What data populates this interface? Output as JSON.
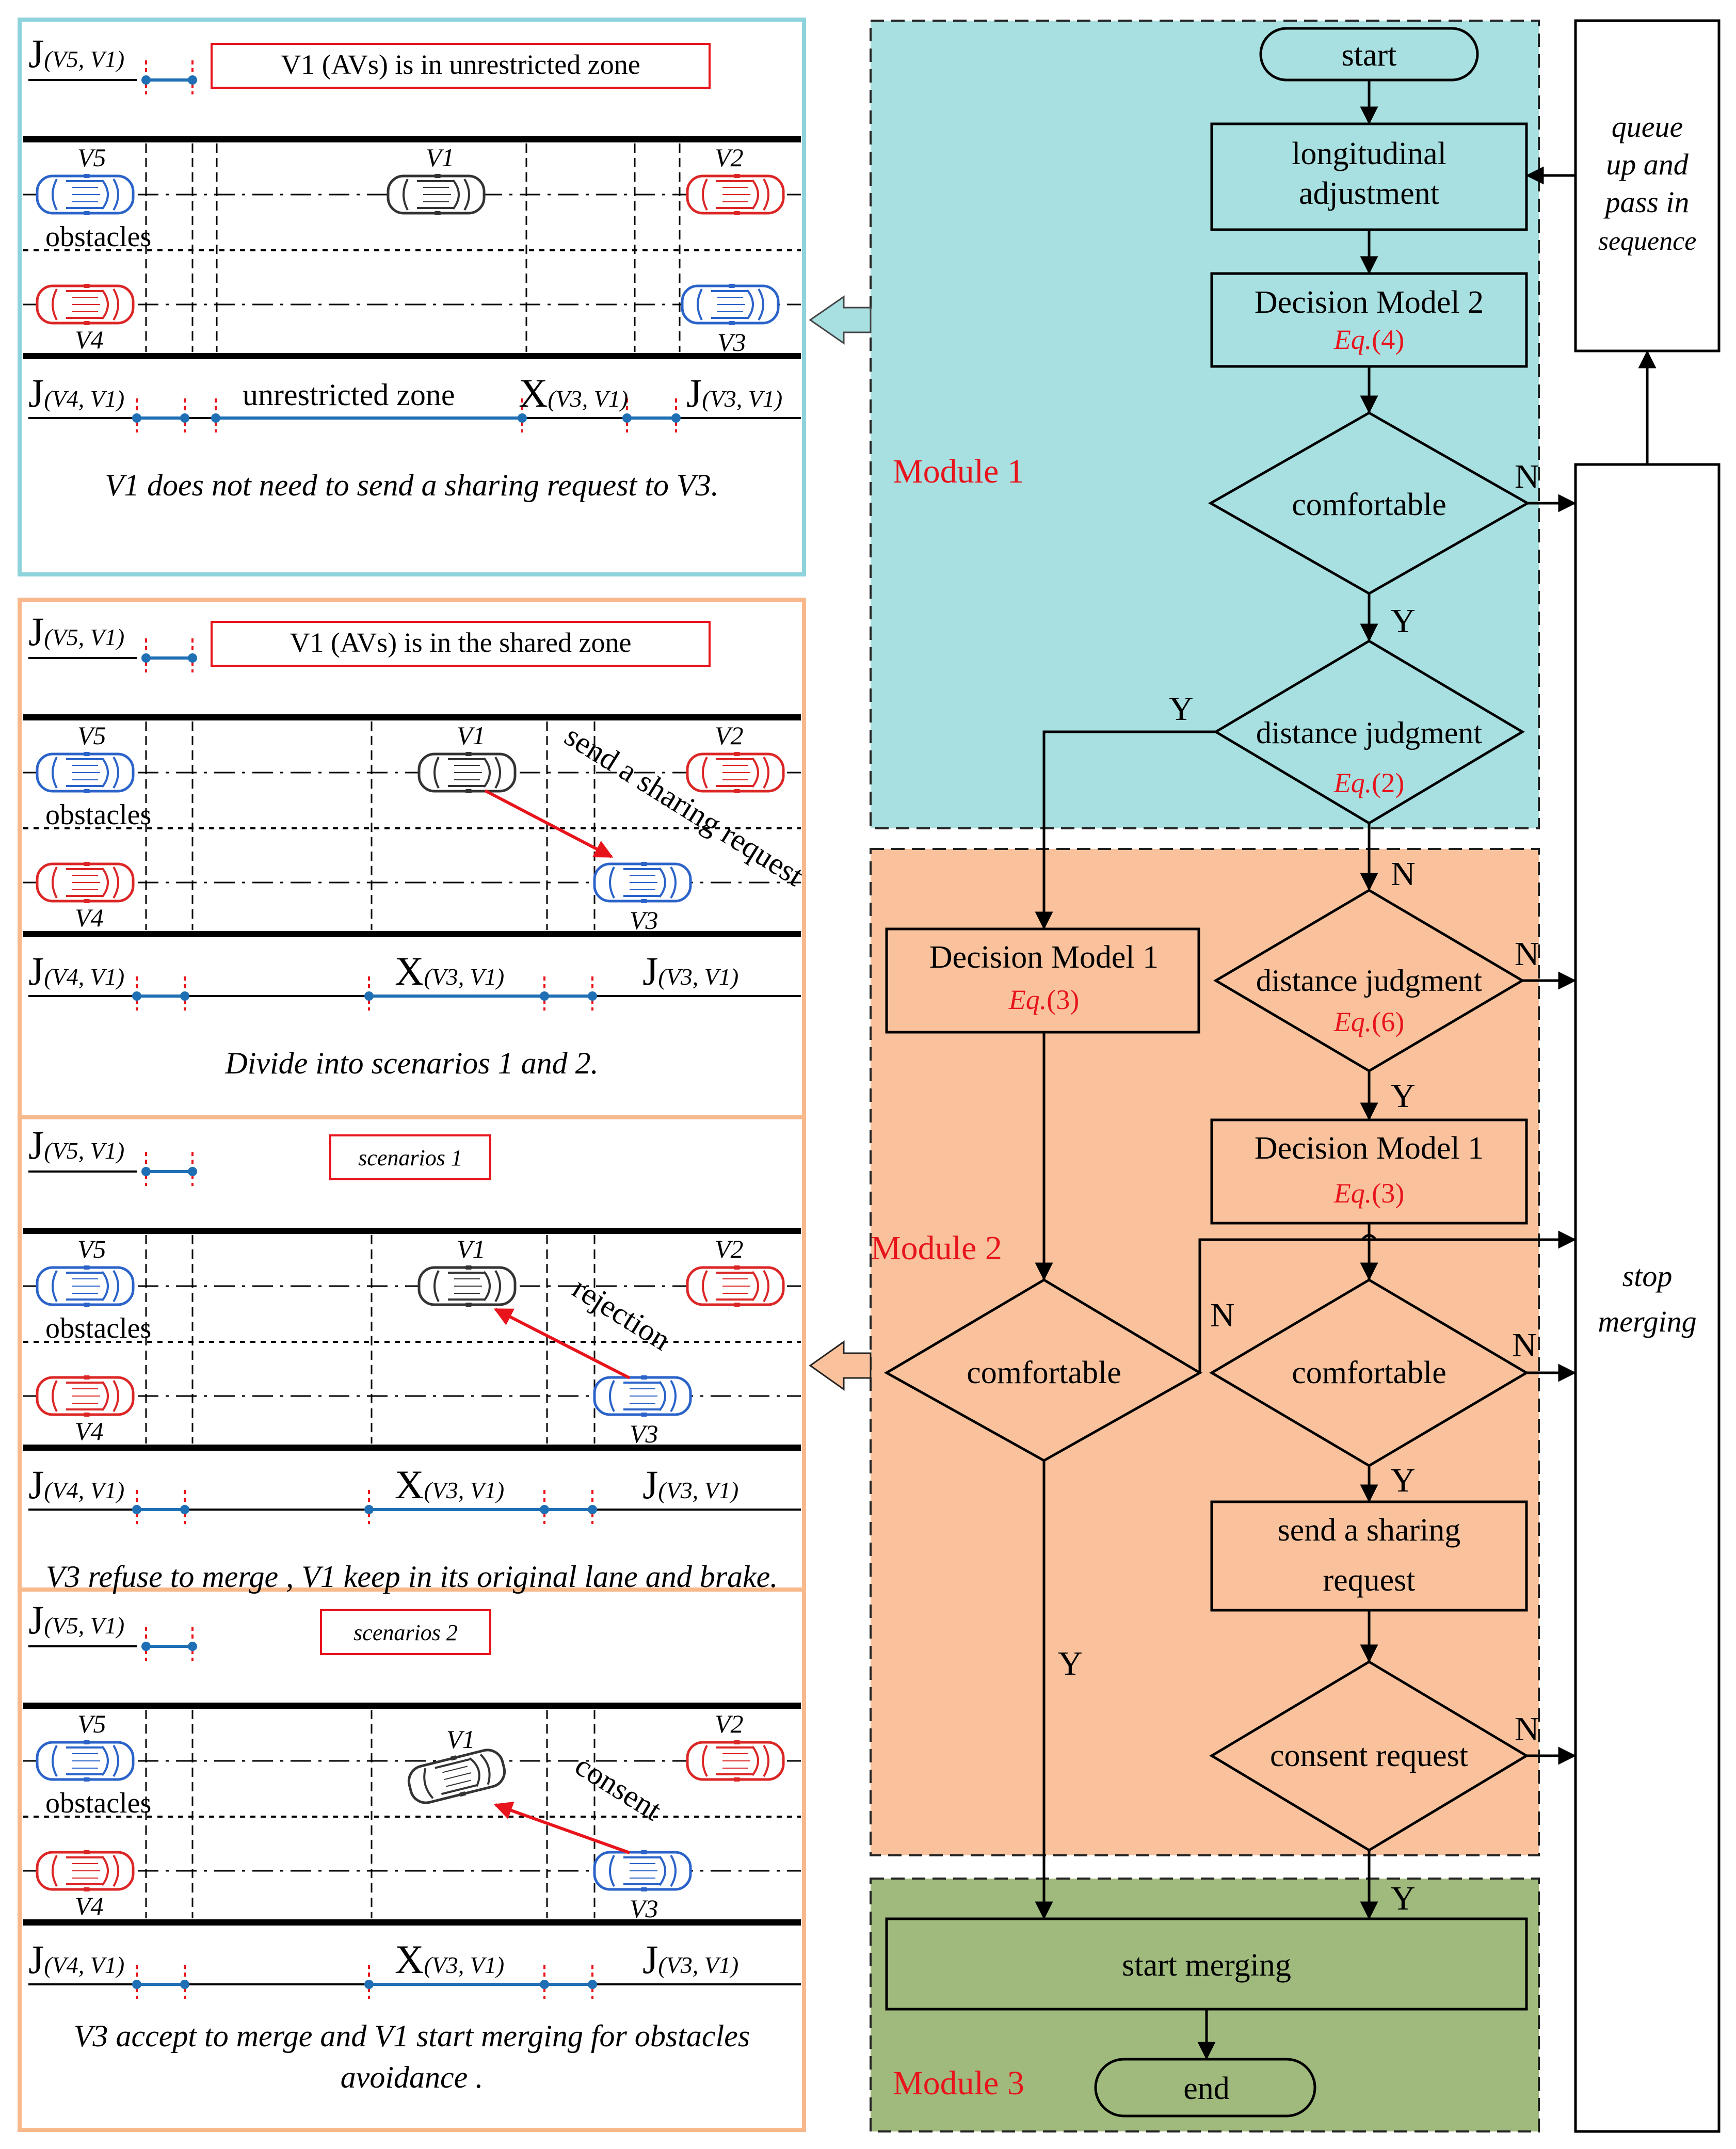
{
  "modules": {
    "m1": "Module 1",
    "m2": "Module 2",
    "m3": "Module 3"
  },
  "flow": {
    "start": "start",
    "longitudinal_1": "longitudinal",
    "longitudinal_2": "adjustment",
    "dm2": "Decision Model 2",
    "dm2_eq_label": "Eq.",
    "dm2_eq_num": "(4)",
    "comfortable_1": "comfortable",
    "distance_1": "distance judgment",
    "distance_1_eq_label": "Eq.",
    "distance_1_eq_num": "(2)",
    "dm1_left": "Decision Model 1",
    "dm1_left_eq_label": "Eq.",
    "dm1_left_eq_num": "(3)",
    "distance_2": "distance judgment",
    "distance_2_eq_label": "Eq.",
    "distance_2_eq_num": "(6)",
    "dm1_right": "Decision Model 1",
    "dm1_right_eq_label": "Eq.",
    "dm1_right_eq_num": "(3)",
    "comfortable_left": "comfortable",
    "comfortable_right": "comfortable",
    "send_request_1": "send a sharing",
    "send_request_2": "request",
    "consent": "consent request",
    "start_merging": "start merging",
    "end": "end",
    "queue_1": "queue",
    "queue_2": "up and",
    "queue_3": "pass in",
    "queue_4": "sequence",
    "stop_1": "stop",
    "stop_2": "merging",
    "Y": "Y",
    "N": "N"
  },
  "panels": [
    {
      "label": "V1 (AVs) is in unrestricted zone",
      "zone_text": "unrestricted zone",
      "caption": "V1 does not need to send a sharing request to V3."
    },
    {
      "label": "V1 (AVs) is in the shared zone",
      "annotation": "send a sharing request",
      "caption": "Divide into scenarios 1 and 2."
    },
    {
      "label": "scenarios 1",
      "annotation": "rejection",
      "caption": "V3 refuse to merge , V1 keep in its original lane and brake."
    },
    {
      "label": "scenarios 2",
      "annotation": "consent",
      "caption_1": "V3 accept to merge and V1 start merging for obstacles",
      "caption_2": "avoidance ."
    }
  ],
  "scene_text": {
    "obstacles": "obstacles",
    "J": "J",
    "X": "X",
    "V1": "V1",
    "V2": "V2",
    "V3": "V3",
    "V4": "V4",
    "V5": "V5",
    "pair_51": "(V5, V1)",
    "pair_41": "(V4, V1)",
    "pair_31": "(V3, V1)"
  },
  "colors": {
    "module1": "#a8dfe0",
    "module2": "#f9c29c",
    "module3": "#9fba7c",
    "panel1_border": "#8ed3dc",
    "panel_border": "#f7b98c",
    "accent_red": "#e8141c",
    "car_blue": "#2b63c9",
    "car_red": "#dc2626",
    "zone_blue": "#1f6fb5"
  }
}
